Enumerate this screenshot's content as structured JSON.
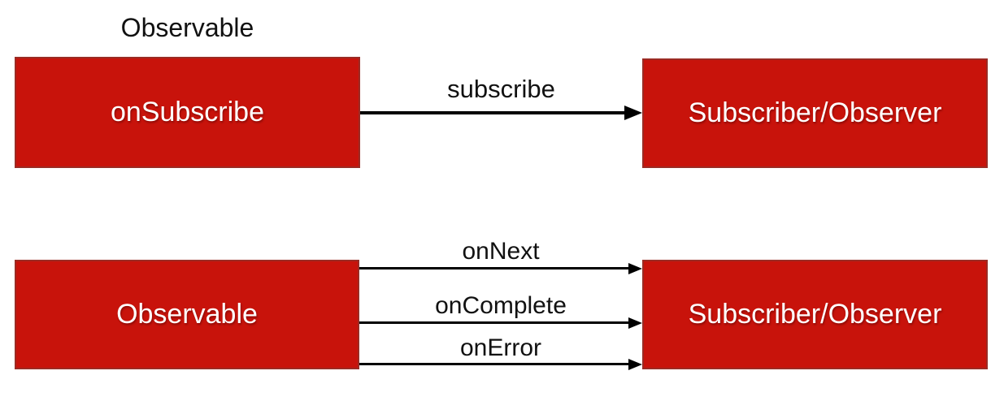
{
  "colors": {
    "box_fill": "#c8130b",
    "box_border": "#9b2b24",
    "arrow": "#000000",
    "label_text": "#111111",
    "box_text": "#ffffff",
    "background": "#ffffff"
  },
  "title": "Observable",
  "top_flow": {
    "source_box": "onSubscribe",
    "arrow_label": "subscribe",
    "target_box": "Subscriber/Observer"
  },
  "bottom_flow": {
    "source_box": "Observable",
    "arrows": [
      {
        "label": "onNext"
      },
      {
        "label": "onComplete"
      },
      {
        "label": "onError"
      }
    ],
    "target_box": "Subscriber/Observer"
  }
}
